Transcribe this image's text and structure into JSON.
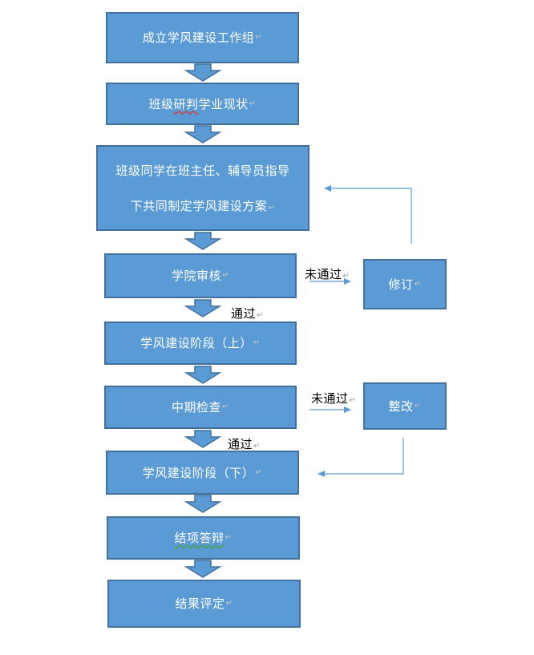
{
  "steps": {
    "s1": "成立学风建设工作组",
    "s2_part1": "班级",
    "s2_part2": "研判",
    "s2_part3": "学业现状",
    "s3_line1": "班级同学在班主任、辅导员指导",
    "s3_line2": "下共同制定学风建设方案",
    "s4": "学院审核",
    "s5": "学风建设阶段（上）",
    "s6": "中期检查",
    "s7": "学风建设阶段（下）",
    "s8_part1": "结项答辩",
    "s9": "结果评定"
  },
  "side_boxes": {
    "revise": "修订",
    "rectify": "整改"
  },
  "labels": {
    "not_passed_1": "未通过",
    "passed_1": "通过",
    "not_passed_2": "未通过",
    "passed_2": "通过"
  },
  "paragraph_mark": "↵",
  "colors": {
    "box_fill": "#5b9bd5",
    "box_border": "#41719c",
    "connector": "#5b9bd5"
  }
}
